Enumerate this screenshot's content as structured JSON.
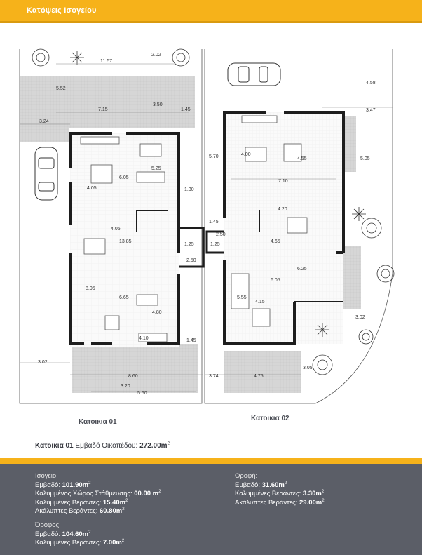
{
  "header": {
    "title": "Κατόψεις Ισογείου"
  },
  "colors": {
    "accent": "#f6b21a",
    "panel": "#5b5e67",
    "wall": "#222222",
    "terrace": "#cfcfcf"
  },
  "plan": {
    "captions": {
      "left": "Κατοικια 01",
      "right": "Κατοικια 02"
    },
    "dimensions": {
      "d_11_57": "11.57",
      "d_2_02": "2.02",
      "d_5_52": "5.52",
      "d_7_15": "7.15",
      "d_3_50": "3.50",
      "d_1_45a": "1.45",
      "d_3_24": "3.24",
      "d_4_05a": "4.05",
      "d_6_05": "6.05",
      "d_5_25": "5.25",
      "d_1_30": "1.30",
      "d_4_05b": "4.05",
      "d_13_85": "13.85",
      "d_1_25a": "1.25",
      "d_2_50a": "2.50",
      "d_8_05": "8.05",
      "d_6_65": "6.65",
      "d_4_80": "4.80",
      "d_4_10": "4.10",
      "d_1_45b": "1.45",
      "d_3_02a": "3.02",
      "d_8_60": "8.60",
      "d_3_20": "3.20",
      "d_5_60": "5.60",
      "d_3_74": "3.74",
      "d_4_75": "4.75",
      "d_5_70": "5.70",
      "d_1_45c": "1.45",
      "d_2_50b": "2.50",
      "d_1_25b": "1.25",
      "d_4_58": "4.58",
      "d_3_47": "3.47",
      "d_4_00": "4.00",
      "d_4_55": "4.55",
      "d_5_05": "5.05",
      "d_7_10": "7.10",
      "d_4_20": "4.20",
      "d_4_65": "4.65",
      "d_6_25": "6.25",
      "d_6_05b": "6.05",
      "d_5_55": "5.55",
      "d_4_15": "4.15",
      "d_3_02b": "3.02",
      "d_3_05": "3.05"
    }
  },
  "summary": {
    "label": "Κατοικια 01",
    "text": "Εμβαδό Οικοπέδου: ",
    "value": "272.00m",
    "sup": "2"
  },
  "ground": {
    "heading": "Ισογειο",
    "area_label": "Εμβαδό: ",
    "area_value": "101.90m",
    "area_sup": "2",
    "parking_label": "Καλυμμένος Χώρος Στάθμευσης:  ",
    "parking_value": "00.00 m",
    "parking_sup": "2",
    "covered_label": "Καλυμμένες Βεράντες: ",
    "covered_value": "15.40m",
    "covered_sup": "2",
    "open_label": "Ακάλυπτες Βεράντες: ",
    "open_value": "60.80m",
    "open_sup": "2"
  },
  "upper": {
    "heading": "Όροφος",
    "area_label": "Εμβαδό: ",
    "area_value": "104.60m",
    "area_sup": "2",
    "covered_label": "Καλυμμένες Βεράντες: ",
    "covered_value": "7.00m",
    "covered_sup": "2"
  },
  "roof": {
    "heading": "Οροφή:",
    "area_label": "Εμβαδό: ",
    "area_value": "31.60m",
    "area_sup": "2",
    "covered_label": "Καλυμμένες Βεράντες: ",
    "covered_value": "3.30m",
    "covered_sup": "2",
    "open_label": "Ακάλυπτες Βεράντες: ",
    "open_value": "29.00m",
    "open_sup": "2"
  }
}
